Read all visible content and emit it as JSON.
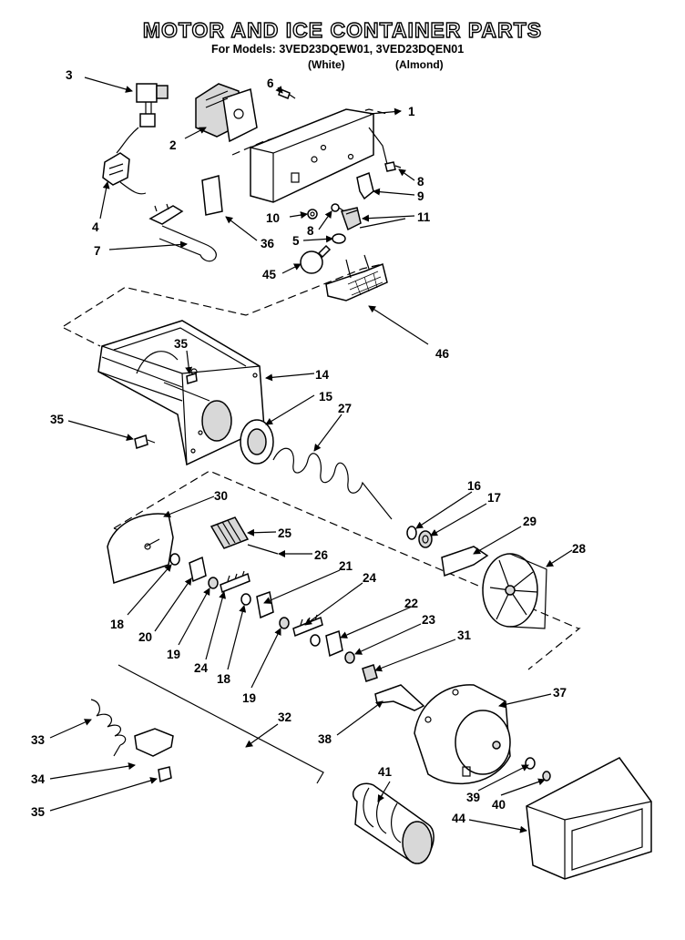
{
  "title": "MOTOR AND ICE CONTAINER PARTS",
  "models": {
    "prefix": "For Models:",
    "list": "3VED23DQEW01, 3VED23DQEN01",
    "white": "(White)",
    "almond": "(Almond)"
  },
  "parts": [
    {
      "id": "p1",
      "label": "1"
    },
    {
      "id": "p2",
      "label": "2"
    },
    {
      "id": "p3",
      "label": "3"
    },
    {
      "id": "p4",
      "label": "4"
    },
    {
      "id": "p5",
      "label": "5"
    },
    {
      "id": "p6",
      "label": "6"
    },
    {
      "id": "p7",
      "label": "7"
    },
    {
      "id": "p8a",
      "label": "8"
    },
    {
      "id": "p8b",
      "label": "8"
    },
    {
      "id": "p9",
      "label": "9"
    },
    {
      "id": "p10",
      "label": "10"
    },
    {
      "id": "p11",
      "label": "11"
    },
    {
      "id": "p14",
      "label": "14"
    },
    {
      "id": "p15",
      "label": "15"
    },
    {
      "id": "p16",
      "label": "16"
    },
    {
      "id": "p17",
      "label": "17"
    },
    {
      "id": "p18a",
      "label": "18"
    },
    {
      "id": "p18b",
      "label": "18"
    },
    {
      "id": "p19a",
      "label": "19"
    },
    {
      "id": "p19b",
      "label": "19"
    },
    {
      "id": "p20",
      "label": "20"
    },
    {
      "id": "p21",
      "label": "21"
    },
    {
      "id": "p22",
      "label": "22"
    },
    {
      "id": "p23",
      "label": "23"
    },
    {
      "id": "p24a",
      "label": "24"
    },
    {
      "id": "p24b",
      "label": "24"
    },
    {
      "id": "p25",
      "label": "25"
    },
    {
      "id": "p26",
      "label": "26"
    },
    {
      "id": "p27",
      "label": "27"
    },
    {
      "id": "p28",
      "label": "28"
    },
    {
      "id": "p29",
      "label": "29"
    },
    {
      "id": "p30",
      "label": "30"
    },
    {
      "id": "p31",
      "label": "31"
    },
    {
      "id": "p32",
      "label": "32"
    },
    {
      "id": "p33",
      "label": "33"
    },
    {
      "id": "p34",
      "label": "34"
    },
    {
      "id": "p35a",
      "label": "35"
    },
    {
      "id": "p35b",
      "label": "35"
    },
    {
      "id": "p35c",
      "label": "35"
    },
    {
      "id": "p36",
      "label": "36"
    },
    {
      "id": "p37",
      "label": "37"
    },
    {
      "id": "p38",
      "label": "38"
    },
    {
      "id": "p39",
      "label": "39"
    },
    {
      "id": "p40",
      "label": "40"
    },
    {
      "id": "p41",
      "label": "41"
    },
    {
      "id": "p44",
      "label": "44"
    },
    {
      "id": "p45",
      "label": "45"
    },
    {
      "id": "p46",
      "label": "46"
    }
  ]
}
